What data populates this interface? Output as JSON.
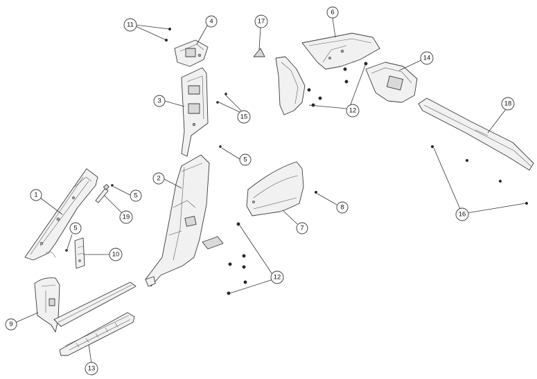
{
  "diagram": {
    "callouts": [
      {
        "id": "c1",
        "label": "1"
      },
      {
        "id": "c2",
        "label": "2"
      },
      {
        "id": "c3",
        "label": "3"
      },
      {
        "id": "c4",
        "label": "4"
      },
      {
        "id": "c5a",
        "label": "5"
      },
      {
        "id": "c5b",
        "label": "5"
      },
      {
        "id": "c5c",
        "label": "5"
      },
      {
        "id": "c6",
        "label": "6"
      },
      {
        "id": "c7",
        "label": "7"
      },
      {
        "id": "c8",
        "label": "8"
      },
      {
        "id": "c9",
        "label": "9"
      },
      {
        "id": "c10",
        "label": "10"
      },
      {
        "id": "c11",
        "label": "11"
      },
      {
        "id": "c12a",
        "label": "12"
      },
      {
        "id": "c12b",
        "label": "12"
      },
      {
        "id": "c13",
        "label": "13"
      },
      {
        "id": "c14",
        "label": "14"
      },
      {
        "id": "c15",
        "label": "15"
      },
      {
        "id": "c16",
        "label": "16"
      },
      {
        "id": "c17",
        "label": "17"
      },
      {
        "id": "c18",
        "label": "18"
      },
      {
        "id": "c19",
        "label": "19"
      }
    ]
  }
}
